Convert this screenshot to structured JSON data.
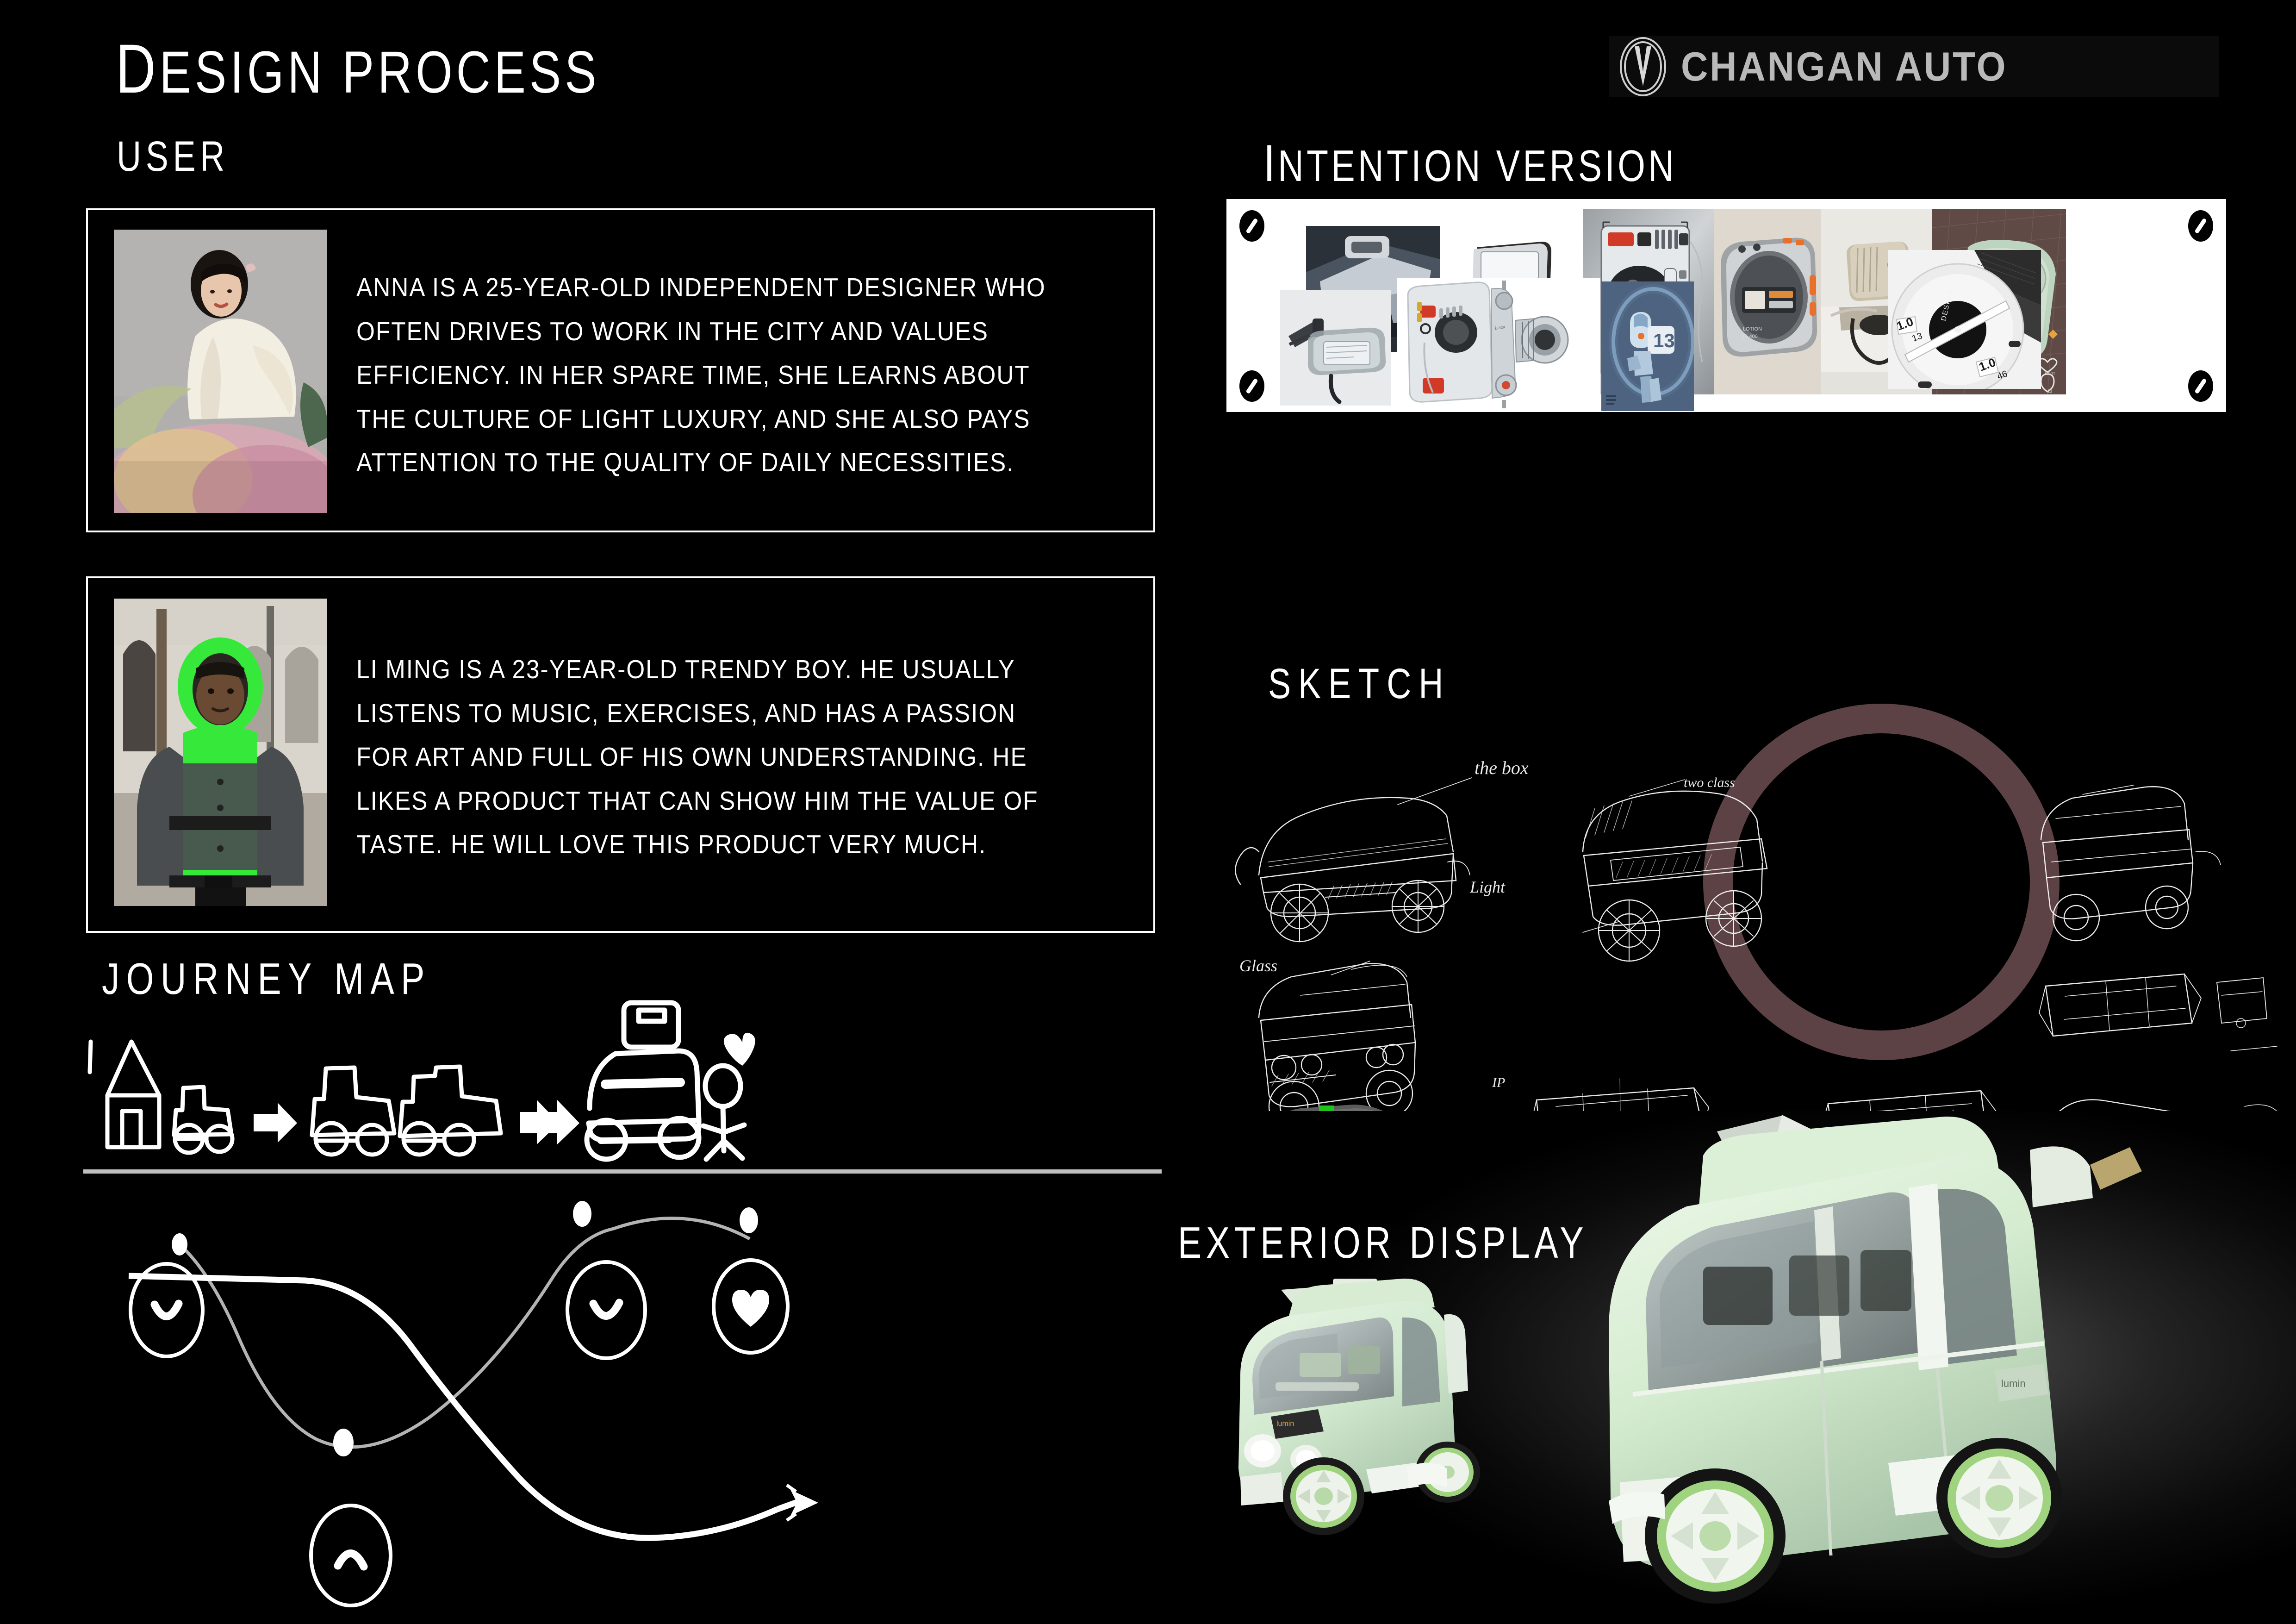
{
  "board": {
    "title_cap": "D",
    "title_rest": "esign process",
    "background_color": "#000000",
    "accent_green": "#1fc21f",
    "mint_body": "#d7ecd2",
    "mauve_circle": "#966a70"
  },
  "brand": {
    "name": "CHANGAN AUTO",
    "badge_icon": "changan-v-oval-logo",
    "wordmark_color": "#b9b9b9",
    "bar_color": "#0b0b0b"
  },
  "sections": {
    "user": {
      "label": "User"
    },
    "intention": {
      "label_cap": "I",
      "label_rest": "ntention version"
    },
    "sketch": {
      "label": "SKETCH"
    },
    "exterior": {
      "label": "EXTERIOR DISPLAY"
    },
    "journey": {
      "label": "JOURNEY MAP"
    }
  },
  "personas": [
    {
      "id": "anna",
      "photo_alt": "young-woman-in-cream-blouse-with-flowers",
      "text": "Anna is a 25-year-old independent designer who often drives to work in the city and values efficiency. In her spare time, she learns about the culture of light luxury, and she also pays attention to the quality of daily necessities."
    },
    {
      "id": "liming",
      "photo_alt": "young-man-in-neon-green-hooded-jacket-on-street",
      "text": "Li Ming is a 23-year-old trendy boy. He usually listens to music, exercises, and has a passion for art and full of his own understanding. He likes a product that can show him the value of taste. He will love this product very much."
    }
  ],
  "moodboard": {
    "panel_color": "#ffffff",
    "screws": [
      "screw-top-left",
      "screw-top-right",
      "screw-bottom-left",
      "screw-bottom-right"
    ],
    "items_top": [
      "car-front-detail-dark",
      "handheld-game-console-silver",
      "exploded-device-internals-gray",
      "smartwatch-orange-accent",
      "beige-capsule-gadget",
      "hand-holding-green-device"
    ],
    "items_bottom": [
      "folded-eyewear-case",
      "transparent-camera-internals",
      "blue-robot-render",
      "white-dial-gauge-closeup"
    ]
  },
  "sketch": {
    "annotations": [
      "the box",
      "Light",
      "Glass",
      "IP",
      "two class"
    ],
    "highlight_ring_color": "#966a70"
  },
  "journey": {
    "stages": [
      "house",
      "small-car",
      "arrow",
      "two-cars",
      "arrow",
      "final-car-with-roof-box",
      "person-with-heart"
    ],
    "emotion_nodes": [
      {
        "index": 1,
        "face": "smile"
      },
      {
        "index": 2,
        "face": "frown"
      },
      {
        "index": 3,
        "face": "smile"
      },
      {
        "index": 4,
        "face": "heart"
      }
    ]
  },
  "exterior": {
    "renders": [
      "concept-car-three-quarter-front",
      "concept-car-side-rear"
    ],
    "body_color": "#d7ecd2",
    "rim_accent": "#9fd37f"
  }
}
